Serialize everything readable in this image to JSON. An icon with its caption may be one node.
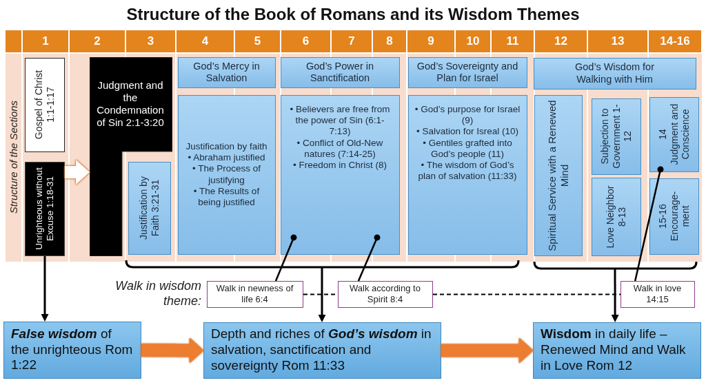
{
  "diagram": {
    "title": "Structure of the Book of Romans and its Wisdom Themes",
    "nodes": [
      {
        "text": [
          "Gospel of Christ 1:1-1:17"
        ]
      },
      {
        "text": [
          "Unrighteous without Excuse 1:18-31"
        ]
      },
      {
        "text": [
          "Judgment and the Condemnation of Sin 2:1-3:20"
        ]
      },
      {
        "text": [
          "Justification by Faith 3:21-31"
        ]
      },
      {
        "text": [
          "God’s Mercy in Salvation"
        ]
      },
      {
        "text": [
          "Justification by faith",
          "• Abraham justified",
          "• The Process of justifying",
          "• The Results of being justified"
        ]
      },
      {
        "text": [
          "God’s Power in Sanctification"
        ]
      },
      {
        "text": [
          "• Believers are free from the power of Sin (6:1-7:13)",
          "• Conflict of Old-New natures (7:14-25)",
          "• Freedom in Christ (8)"
        ]
      },
      {
        "text": [
          "God’s Sovereignty and Plan for Israel"
        ]
      },
      {
        "text": [
          "• God’s purpose for Israel (9)",
          "• Salvation for Isreal (10)",
          "• Gentiles grafted into God’s people (11)",
          "• The wisdom of God’s plan of salvation (11:33)"
        ]
      },
      {
        "text": [
          "God’s Wisdom for Walking with Him"
        ]
      },
      {
        "text": [
          "Spiritual Service with a Renewed Mind"
        ]
      },
      {
        "text": [
          "Subjection to Government 1-12"
        ]
      },
      {
        "text": [
          "Love Neighbor 8-13"
        ]
      },
      {
        "text": [
          "14",
          "Judgment and Conscience"
        ]
      },
      {
        "text": [
          "15-16",
          "Encourage-ment"
        ]
      },
      {
        "text": [
          "Walk in newness of life 6:4"
        ]
      },
      {
        "text": [
          "Walk according to Spirit 8:4"
        ]
      },
      {
        "text": [
          "Walk in love 14:15"
        ]
      },
      {
        "text": [
          "*False wisdom* of the unrighteous Rom 1:22"
        ]
      },
      {
        "text": [
          "Depth and riches of *God’s wisdom* in salvation, sanctification and sovereignty Rom 11:33"
        ]
      },
      {
        "text": [
          "**Wisdom** in daily life – Renewed Mind and Walk in Love Rom 12"
        ]
      }
    ],
    "edges": [
      {
        "from": 1,
        "to": 2,
        "arrow": "to",
        "style": "thick",
        "color": "#ffffff"
      },
      {
        "from": 1,
        "to": 19,
        "arrow": "to"
      },
      {
        "from": null,
        "to": 20,
        "arrow": "to"
      },
      {
        "from": null,
        "to": 21,
        "arrow": "to"
      },
      {
        "from": 16,
        "to": 7,
        "arrow": "other"
      },
      {
        "from": 17,
        "to": 7,
        "arrow": "other"
      },
      {
        "from": 18,
        "to": 14,
        "arrow": "other"
      },
      {
        "from": 16,
        "to": 17,
        "arrow": "none",
        "style": "dashed"
      },
      {
        "from": 17,
        "to": 18,
        "arrow": "none",
        "style": "dashed"
      },
      {
        "from": 19,
        "to": 20,
        "arrow": "to",
        "style": "thick",
        "color": "#ed7d31"
      },
      {
        "from": 20,
        "to": 21,
        "arrow": "to",
        "style": "thick",
        "color": "#ed7d31"
      }
    ],
    "labels": [
      "1",
      "2",
      "3",
      "4",
      "5",
      "6",
      "7",
      "8",
      "9",
      "10",
      "11",
      "12",
      "13",
      "14-16",
      "Structure of the Sections",
      "Walk in wisdom theme:"
    ]
  }
}
